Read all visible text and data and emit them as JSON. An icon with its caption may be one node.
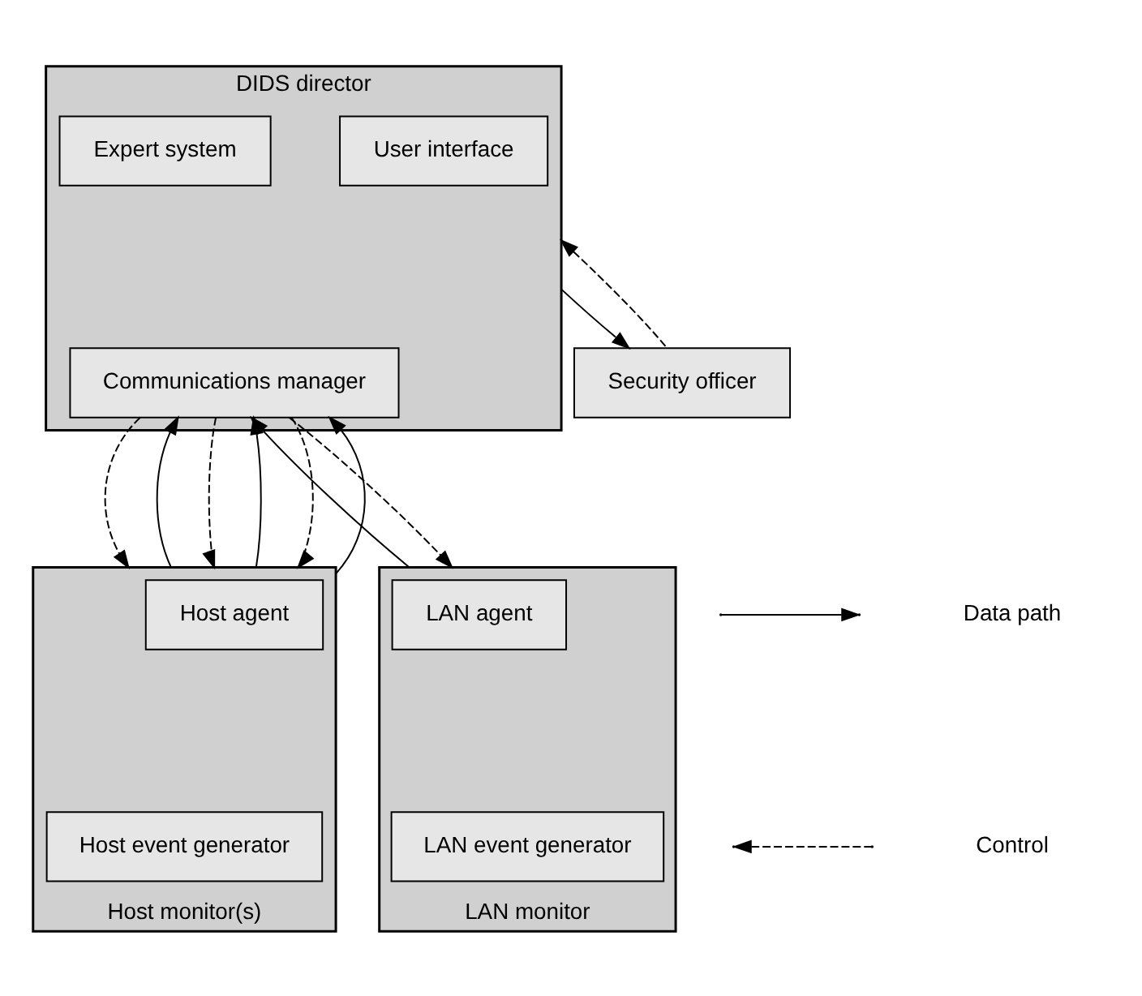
{
  "diagram": {
    "nodes": [
      {
        "text": [
          "DIDS director"
        ]
      },
      {
        "text": [
          "Expert system"
        ],
        "in": 0
      },
      {
        "text": [
          "User interface"
        ],
        "in": 0
      },
      {
        "text": [
          "Communications manager"
        ],
        "in": 0
      },
      {
        "text": [
          "Security officer"
        ]
      },
      {
        "text": [
          "Host monitor(s)"
        ]
      },
      {
        "text": [
          "Host agent"
        ],
        "in": 5
      },
      {
        "text": [
          "Host event generator"
        ],
        "in": 5
      },
      {
        "text": [
          "LAN monitor"
        ]
      },
      {
        "text": [
          "LAN agent"
        ],
        "in": 8
      },
      {
        "text": [
          "LAN event generator"
        ],
        "in": 8
      }
    ],
    "edges": [
      {
        "from": 0,
        "to": 4,
        "arrow": "to"
      },
      {
        "from": 4,
        "to": 0,
        "arrow": "to",
        "style": "dashed"
      },
      {
        "from": 3,
        "to": 5,
        "arrow": "to",
        "style": "dashed"
      },
      {
        "from": 5,
        "to": 3,
        "arrow": "to"
      },
      {
        "from": 3,
        "to": 5,
        "arrow": "to",
        "style": "dashed"
      },
      {
        "from": 5,
        "to": 3,
        "arrow": "to"
      },
      {
        "from": 3,
        "to": 5,
        "arrow": "to",
        "style": "dashed"
      },
      {
        "from": 5,
        "to": 3,
        "arrow": "to"
      },
      {
        "from": 8,
        "to": 3,
        "arrow": "to"
      },
      {
        "from": 3,
        "to": 8,
        "arrow": "to",
        "style": "dashed"
      }
    ],
    "legend": [
      {
        "text": "Data path"
      },
      {
        "text": "Control"
      }
    ]
  }
}
